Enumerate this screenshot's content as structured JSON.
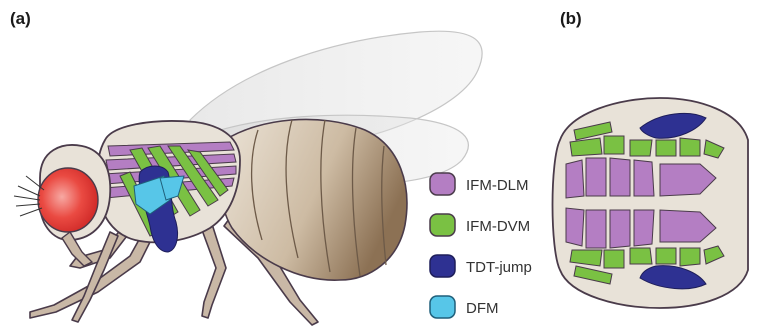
{
  "panels": {
    "a": "(a)",
    "b": "(b)"
  },
  "legend": [
    {
      "label": "IFM-DLM",
      "color": "#b47ec3"
    },
    {
      "label": "IFM-DVM",
      "color": "#7ac143"
    },
    {
      "label": "TDT-jump",
      "color": "#2e3192"
    },
    {
      "label": "DFM",
      "color": "#57c6e8"
    }
  ],
  "colors": {
    "outline": "#4a3b4a",
    "body": "#e8e2d8",
    "leg": "#c9b8a6",
    "abdomen": "#c4b39c",
    "eye": "#e8403c",
    "wing": "#d8d8d8"
  }
}
